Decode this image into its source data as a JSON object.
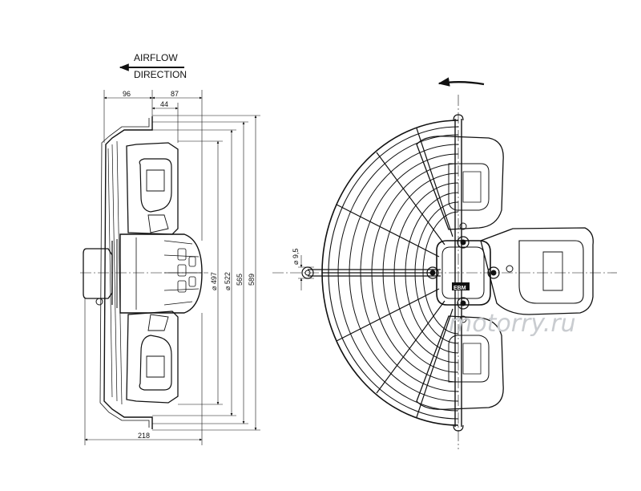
{
  "labels": {
    "airflow": "AIRFLOW",
    "direction": "DIRECTION"
  },
  "dimensions": {
    "d96": "96",
    "d87": "87",
    "d44": "44",
    "d218": "218",
    "d497": "⌀ 497",
    "d522": "⌀ 522",
    "d565": "565",
    "d589": "589",
    "d95": "⌀ 9,5"
  },
  "watermark": "motorry.ru",
  "logo_text": "EBM",
  "colors": {
    "line": "#111111",
    "watermark": "#c9ccd0"
  }
}
